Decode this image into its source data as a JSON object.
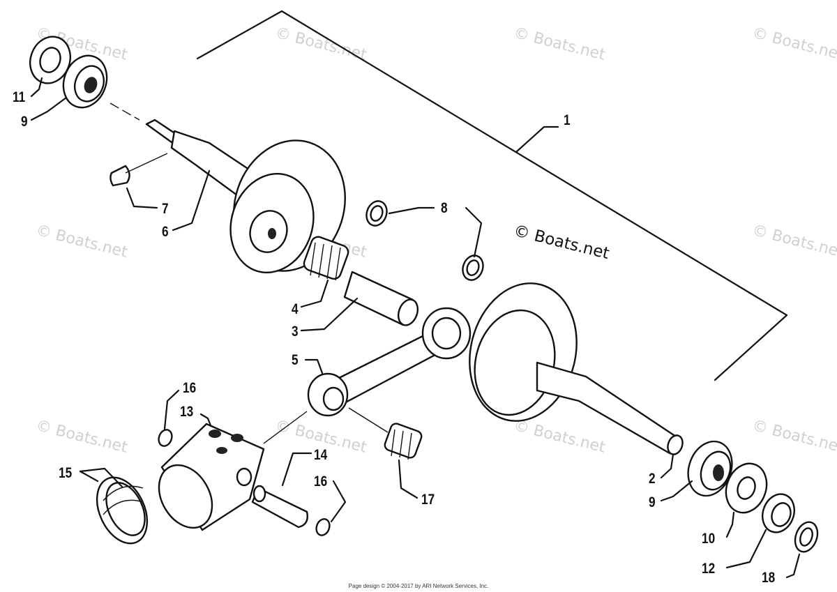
{
  "watermark": "© Boats.net",
  "footer": "Page design © 2004-2017 by ARI Network Services, Inc.",
  "labels": [
    "1",
    "2",
    "3",
    "4",
    "5",
    "6",
    "7",
    "8",
    "9",
    "9",
    "10",
    "11",
    "12",
    "13",
    "14",
    "15",
    "16",
    "16",
    "17",
    "18"
  ]
}
